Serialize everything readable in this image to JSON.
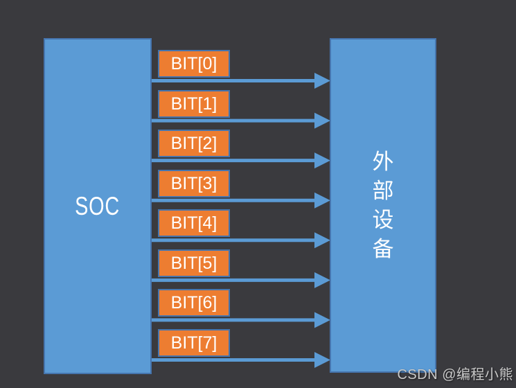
{
  "colors": {
    "background": "#3A3A3E",
    "box_fill": "#5B9BD5",
    "box_border": "#4675AE",
    "bit_fill": "#ED7D31",
    "arrow": "#5B9BD5",
    "text": "#FFFFFF",
    "watermark": "#C9C9C9"
  },
  "diagram": {
    "soc_label": "SOC",
    "device_label": "外部设备",
    "device_chars": [
      "外",
      "部",
      "设",
      "备"
    ],
    "bits": [
      "BIT[0]",
      "BIT[1]",
      "BIT[2]",
      "BIT[3]",
      "BIT[4]",
      "BIT[5]",
      "BIT[6]",
      "BIT[7]"
    ]
  },
  "watermark": {
    "text": "CSDN @编程小熊"
  }
}
